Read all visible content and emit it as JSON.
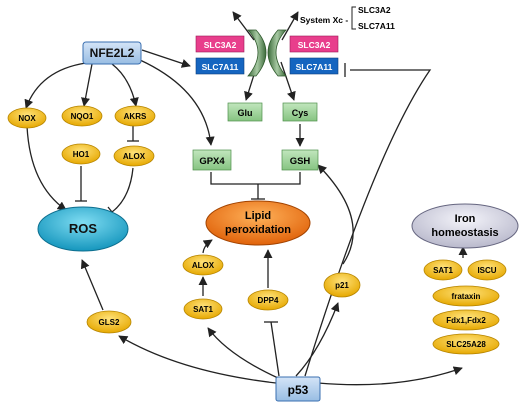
{
  "nodes": {
    "nfe2l2": "NFE2L2",
    "nox": "NOX",
    "nqo1": "NQO1",
    "akrs": "AKRS",
    "ho1": "HO1",
    "alox_left": "ALOX",
    "ros": "ROS",
    "gpx4": "GPX4",
    "gsh": "GSH",
    "glu": "Glu",
    "cys": "Cys",
    "lipid_line1": "Lipid",
    "lipid_line2": "peroxidation",
    "alox_mid": "ALOX",
    "sat1_mid": "SAT1",
    "dpp4": "DPP4",
    "p21": "p21",
    "gls2": "GLS2",
    "p53": "p53",
    "iron_line1": "Iron",
    "iron_line2": "homeostasis",
    "sat1_right": "SAT1",
    "iscu": "ISCU",
    "frataxin": "frataxin",
    "fdx": "Fdx1,Fdx2",
    "slc25a28": "SLC25A28"
  },
  "transporter": {
    "slc3a2_left": "SLC3A2",
    "slc7a11_left": "SLC7A11",
    "slc3a2_right": "SLC3A2",
    "slc7a11_right": "SLC7A11",
    "system_label": "System Xc -",
    "bracket_top": "SLC3A2",
    "bracket_bottom": "SLC7A11"
  },
  "colors": {
    "blue_box": "#b9d3ee",
    "yellow_node": "#f5c518",
    "green_box": "#9ed39a",
    "ros_cyan": "#22b5d6",
    "lipid_orange": "#f07a14",
    "iron_grey": "#d9d9e6",
    "pink": "#e83e8c",
    "dark_blue": "#1565c0",
    "membrane": "#6d9e6a"
  }
}
